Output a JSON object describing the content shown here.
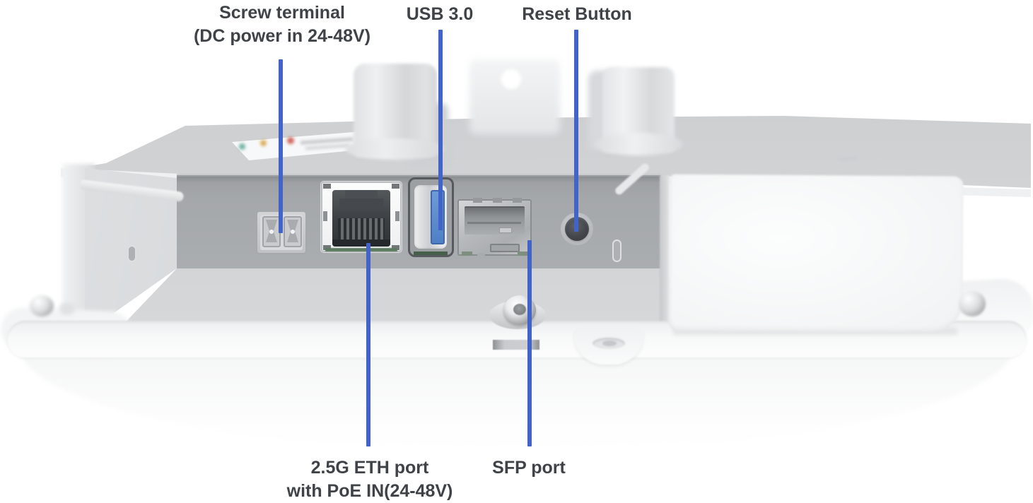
{
  "title": "Access point port panel diagram",
  "colors": {
    "background": "#ffffff",
    "accent": "#4463c8",
    "label_text": "#3f4347"
  },
  "callouts": {
    "top": [
      {
        "line1": "Screw terminal",
        "line2": "(DC power in 24-48V)",
        "target": "screw-terminal-port"
      },
      {
        "line1": "USB 3.0",
        "target": "usb-3-0-port"
      },
      {
        "line1": "Reset Button",
        "target": "reset-button"
      }
    ],
    "bottom": [
      {
        "line1": "2.5G ETH port",
        "line2": "with PoE IN(24-48V)",
        "target": "eth-port"
      },
      {
        "line1": "SFP port",
        "target": "sfp-port"
      }
    ]
  },
  "device_parts": [
    "screw-terminal-port",
    "eth-port",
    "usb-3-0-port",
    "sfp-port",
    "reset-button",
    "antenna-left",
    "antenna-right",
    "mounting-bracket",
    "label-sticker",
    "center-screw",
    "mount-tab",
    "port-bay",
    "right-compartment",
    "bottom-plate"
  ]
}
